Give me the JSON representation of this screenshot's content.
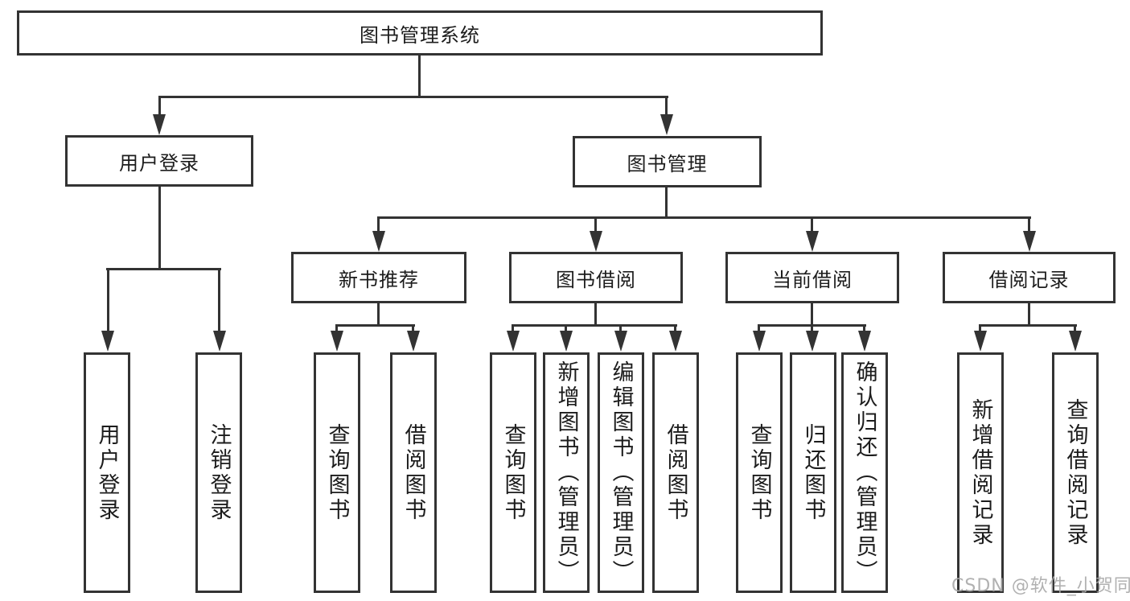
{
  "diagram": {
    "root": "图书管理系统",
    "branches": [
      {
        "label": "用户登录",
        "children": [
          "用户登录",
          "注销登录"
        ]
      },
      {
        "label": "图书管理",
        "sections": [
          {
            "label": "新书推荐",
            "children": [
              "查询图书",
              "借阅图书"
            ]
          },
          {
            "label": "图书借阅",
            "children": [
              "查询图书",
              "新增图书（管理员）",
              "编辑图书（管理员）",
              "借阅图书"
            ]
          },
          {
            "label": "当前借阅",
            "children": [
              "查询图书",
              "归还图书",
              "确认归还（管理员）"
            ]
          },
          {
            "label": "借阅记录",
            "children": [
              "新增借阅记录",
              "查询借阅记录"
            ]
          }
        ]
      }
    ]
  },
  "watermark": "CSDN @软件_小贺同学",
  "colors": {
    "line": "#333333",
    "text": "#1c1c1c",
    "background": "#ffffff",
    "watermark": "#a8a8a8"
  }
}
